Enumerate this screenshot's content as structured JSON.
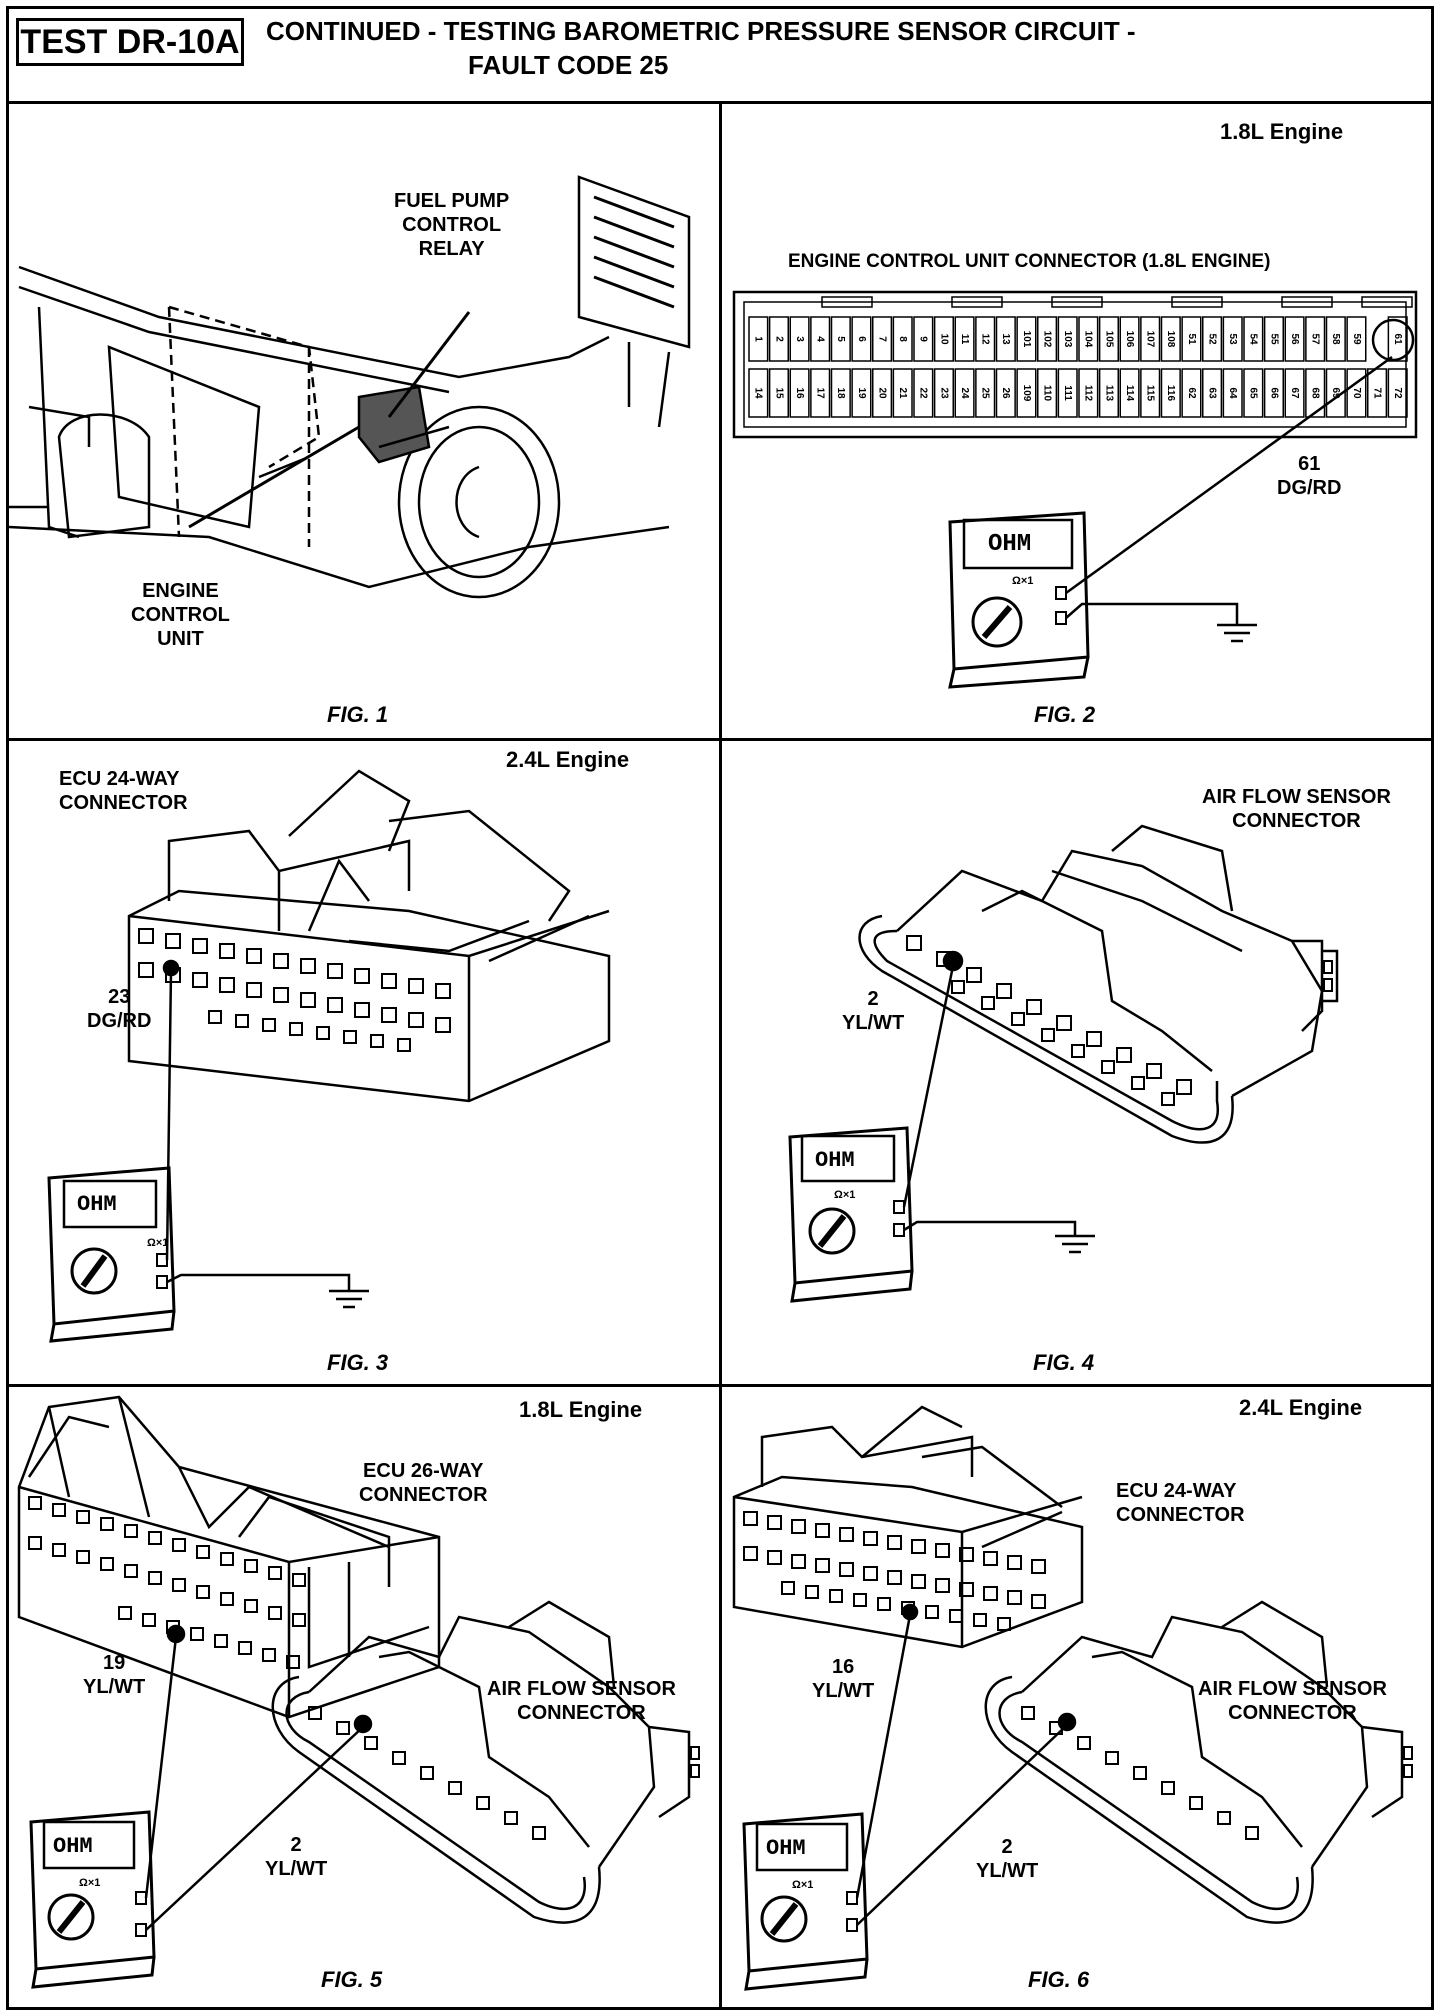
{
  "header": {
    "test_id": "TEST DR-10A",
    "title_line1": "CONTINUED -  TESTING BAROMETRIC PRESSURE SENSOR CIRCUIT -",
    "title_line2": "FAULT CODE 25"
  },
  "meter": {
    "display": "OHM",
    "range": "Ω×1"
  },
  "fig1": {
    "caption": "FIG. 1",
    "relay_label": [
      "FUEL PUMP",
      "CONTROL",
      "RELAY"
    ],
    "ecu_label": [
      "ENGINE",
      "CONTROL",
      "UNIT"
    ]
  },
  "fig2": {
    "caption": "FIG. 2",
    "engine": "1.8L Engine",
    "connector_title": "ENGINE CONTROL UNIT CONNECTOR (1.8L ENGINE)",
    "top_pins": [
      "1",
      "2",
      "3",
      "4",
      "5",
      "6",
      "7",
      "8",
      "9",
      "10",
      "11",
      "12",
      "13",
      "101",
      "102",
      "103",
      "104",
      "105",
      "106",
      "107",
      "108",
      "51",
      "52",
      "53",
      "54",
      "55",
      "56",
      "57",
      "58",
      "59",
      "61"
    ],
    "bottom_pins": [
      "14",
      "15",
      "16",
      "17",
      "18",
      "19",
      "20",
      "21",
      "22",
      "23",
      "24",
      "25",
      "26",
      "109",
      "110",
      "111",
      "112",
      "113",
      "114",
      "115",
      "116",
      "62",
      "63",
      "64",
      "65",
      "66",
      "67",
      "68",
      "69",
      "70",
      "71",
      "72"
    ],
    "pin_label": "61",
    "wire_label": "DG/RD"
  },
  "fig3": {
    "caption": "FIG. 3",
    "engine": "2.4L Engine",
    "connector_label": [
      "ECU 24-WAY",
      "CONNECTOR"
    ],
    "pin_label": "23",
    "wire_label": "DG/RD"
  },
  "fig4": {
    "caption": "FIG. 4",
    "connector_label": [
      "AIR FLOW SENSOR",
      "CONNECTOR"
    ],
    "pin_label": "2",
    "wire_label": "YL/WT"
  },
  "fig5": {
    "caption": "FIG. 5",
    "engine": "1.8L Engine",
    "ecu_label": [
      "ECU 26-WAY",
      "CONNECTOR"
    ],
    "afs_label": [
      "AIR FLOW SENSOR",
      "CONNECTOR"
    ],
    "ecu_pin": "19",
    "ecu_wire": "YL/WT",
    "afs_pin": "2",
    "afs_wire": "YL/WT"
  },
  "fig6": {
    "caption": "FIG. 6",
    "engine": "2.4L Engine",
    "ecu_label": [
      "ECU 24-WAY",
      "CONNECTOR"
    ],
    "afs_label": [
      "AIR FLOW SENSOR",
      "CONNECTOR"
    ],
    "ecu_pin": "16",
    "ecu_wire": "YL/WT",
    "afs_pin": "2",
    "afs_wire": "YL/WT"
  }
}
